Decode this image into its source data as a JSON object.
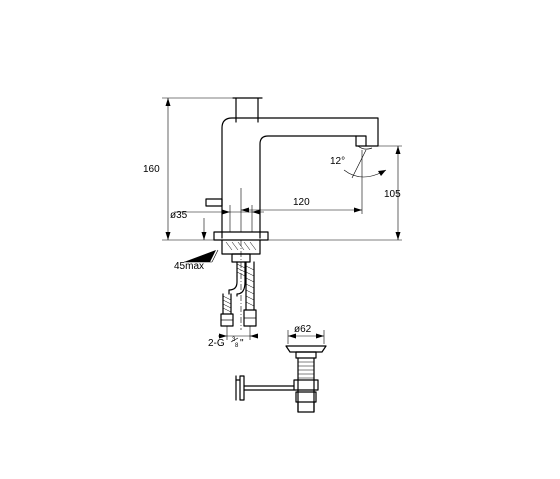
{
  "dimensions": {
    "height_total": "160",
    "spout_reach": "120",
    "spout_height": "105",
    "angle": "12°",
    "hole_diameter": "ø35",
    "max_thickness": "45max",
    "connection_prefix": "2-G",
    "connection_num": "3",
    "connection_den": "8",
    "connection_suffix": "\"",
    "waste_diameter": "ø62"
  }
}
